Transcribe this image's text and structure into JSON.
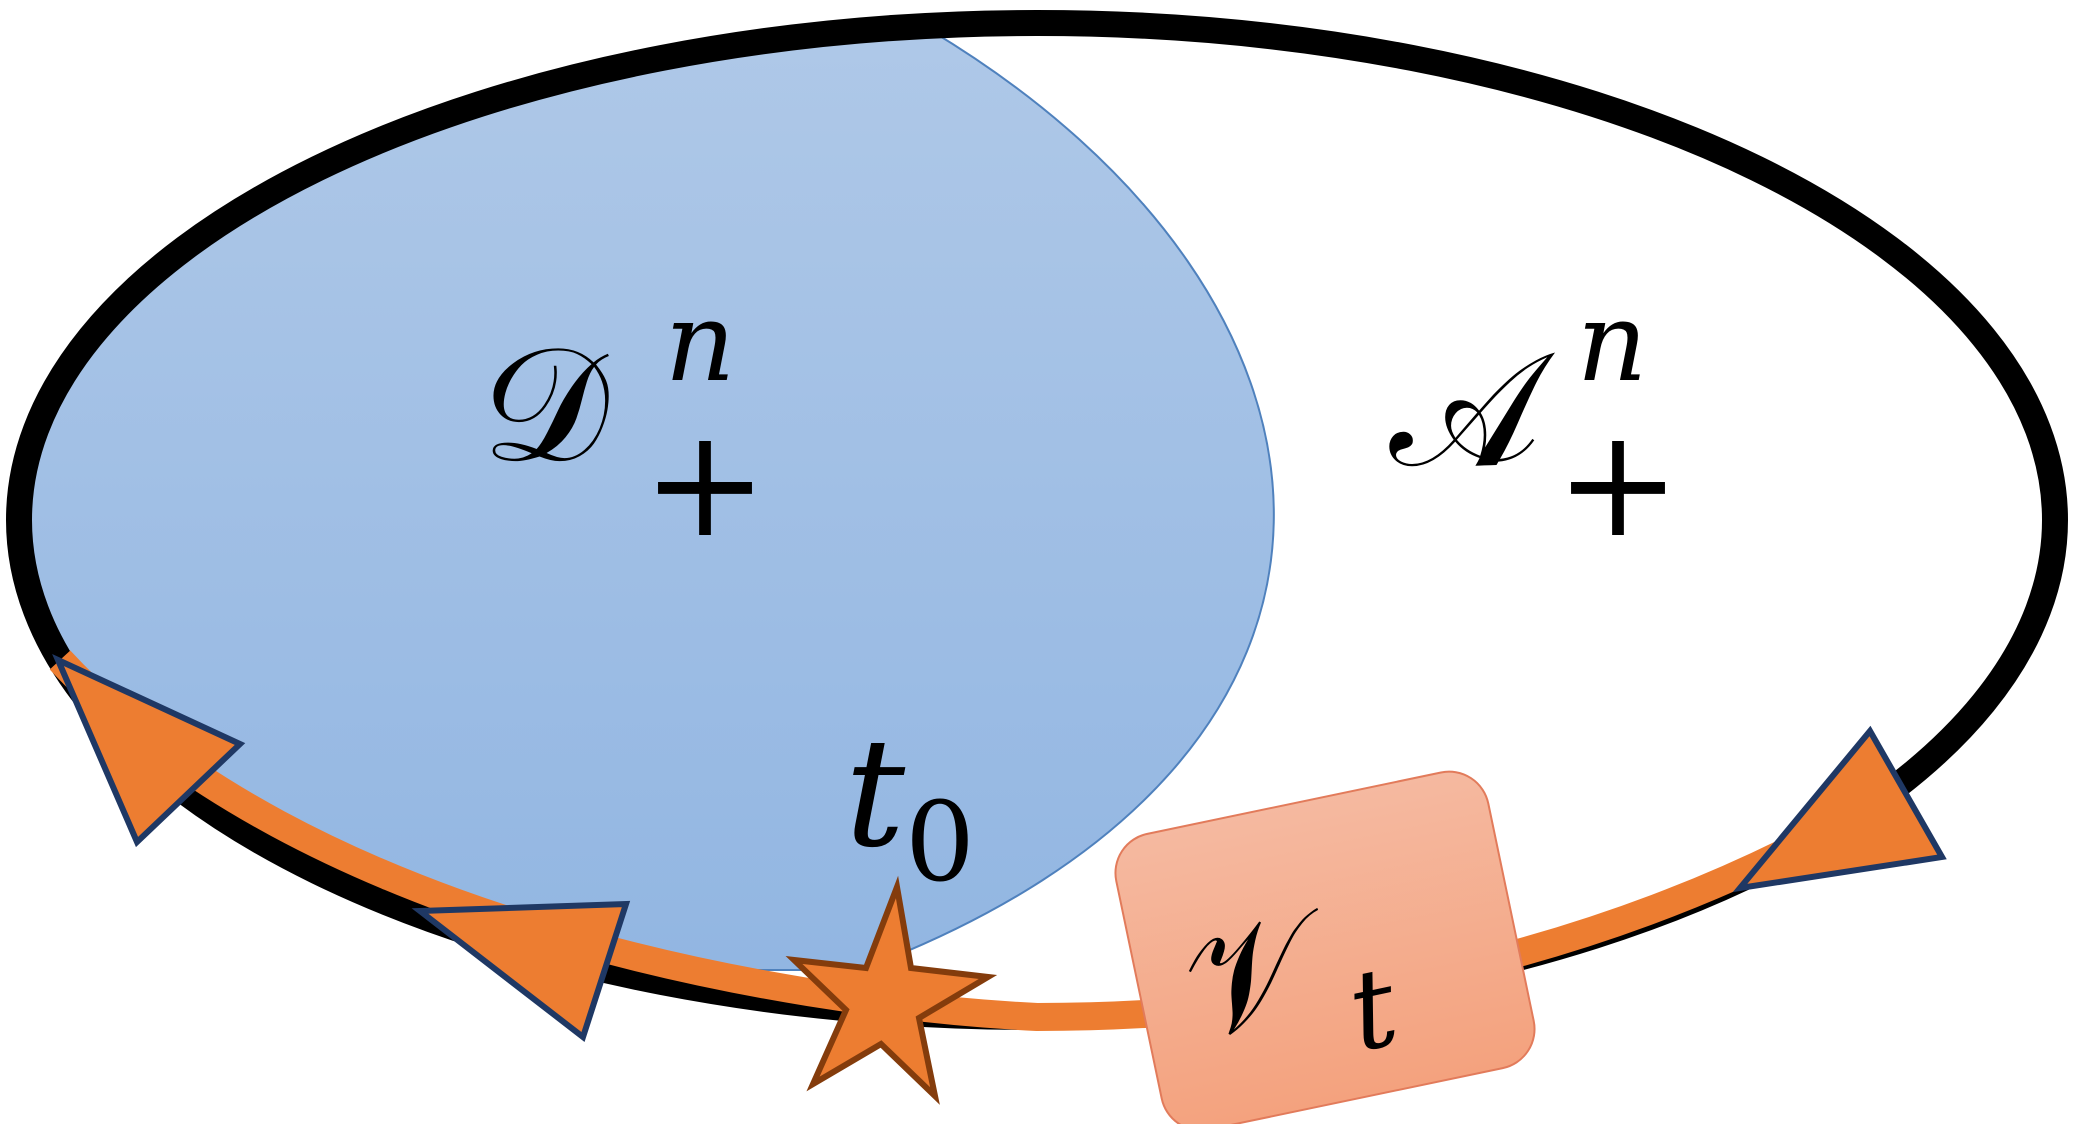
{
  "diagram": {
    "labels": {
      "region_d": {
        "base": "𝒟",
        "superscript": "n",
        "subscript": "+"
      },
      "region_a": {
        "base": "𝒜",
        "superscript": "n",
        "subscript": "+"
      },
      "time_marker": {
        "base": "t",
        "subscript": "0"
      },
      "operator_box": {
        "base": "𝒱",
        "subscript": "t"
      }
    },
    "colors": {
      "outline": "#000000",
      "region_fill_top": "#b0c9e8",
      "region_fill_bottom": "#92b6e2",
      "region_stroke": "#4f81bd",
      "path_orange": "#ed7d31",
      "arrow_stroke": "#1f3864",
      "star_stroke": "#843c0c",
      "box_fill_top": "#f5b9a0",
      "box_fill_bottom": "#f4a27e",
      "box_stroke": "#e27b5b"
    }
  }
}
